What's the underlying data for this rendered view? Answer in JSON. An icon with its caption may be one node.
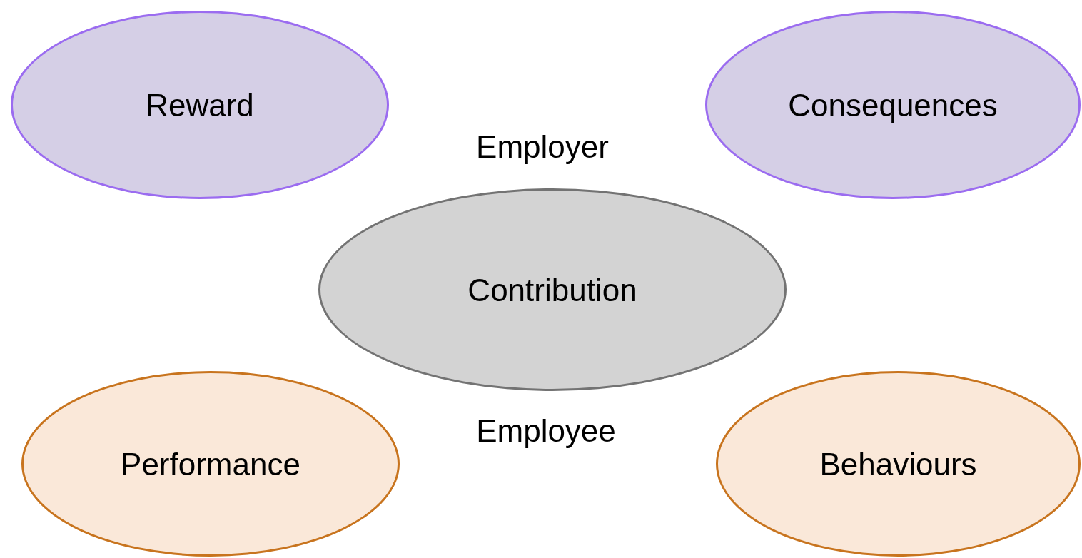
{
  "diagram": {
    "nodes": [
      {
        "text": [
          "Reward"
        ]
      },
      {
        "text": [
          "Consequences"
        ]
      },
      {
        "text": [
          "Contribution"
        ]
      },
      {
        "text": [
          "Performance"
        ]
      },
      {
        "text": [
          "Behaviours"
        ]
      }
    ],
    "labels": [
      "Employer",
      "Employee"
    ]
  }
}
